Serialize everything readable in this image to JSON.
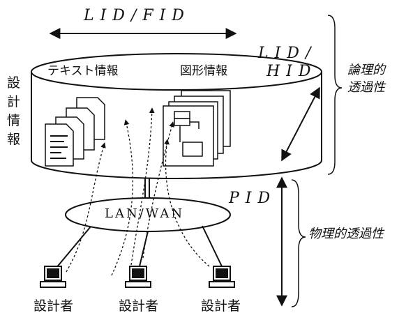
{
  "diagram": {
    "top_label": "LID/FID",
    "side_label_line1": "LID/",
    "side_label_line2": "HID",
    "logical_transparency": [
      "論理的",
      "透過性"
    ],
    "pid_label": "PID",
    "physical_transparency": "物理的透過性",
    "database_label_chars": [
      "設",
      "計",
      "情",
      "報"
    ],
    "text_info": "テキスト情報",
    "graphic_info": "図形情報",
    "network": "LAN/WAN",
    "terminals": [
      "設計者",
      "設計者",
      "設計者"
    ]
  }
}
